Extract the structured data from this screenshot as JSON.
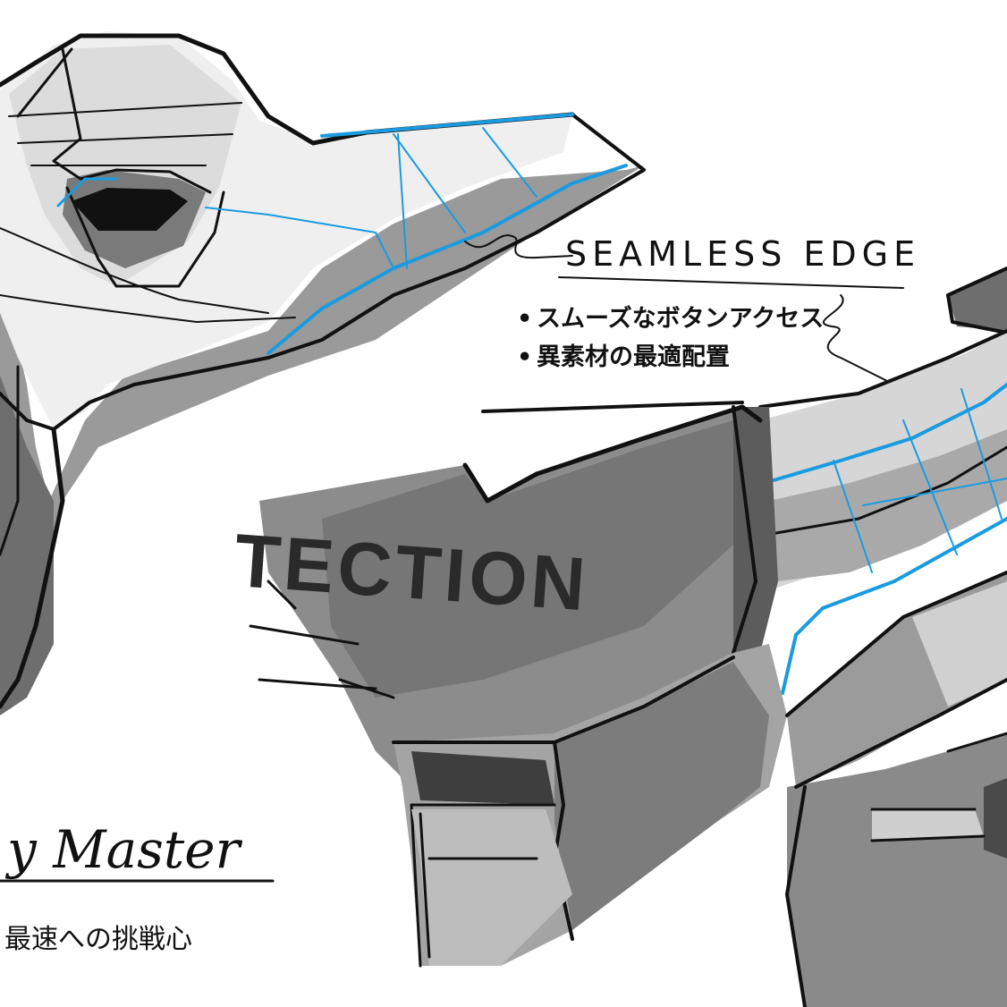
{
  "annotations": {
    "title": "SEAMLESS EDGE",
    "bullets": [
      "スムーズなボタンアクセス",
      "異素材の最適配置"
    ],
    "bullet_mark": "•"
  },
  "logo_text": "TECTION",
  "bottom_left": {
    "heading": "y Master",
    "subtext": "最速への挑戦心"
  },
  "colors": {
    "ink": "#111111",
    "accent_blue": "#1a9be0",
    "dark_grey": "#5a5a5a",
    "mid_grey": "#8a8a8a",
    "light_grey": "#c9c9c9"
  }
}
